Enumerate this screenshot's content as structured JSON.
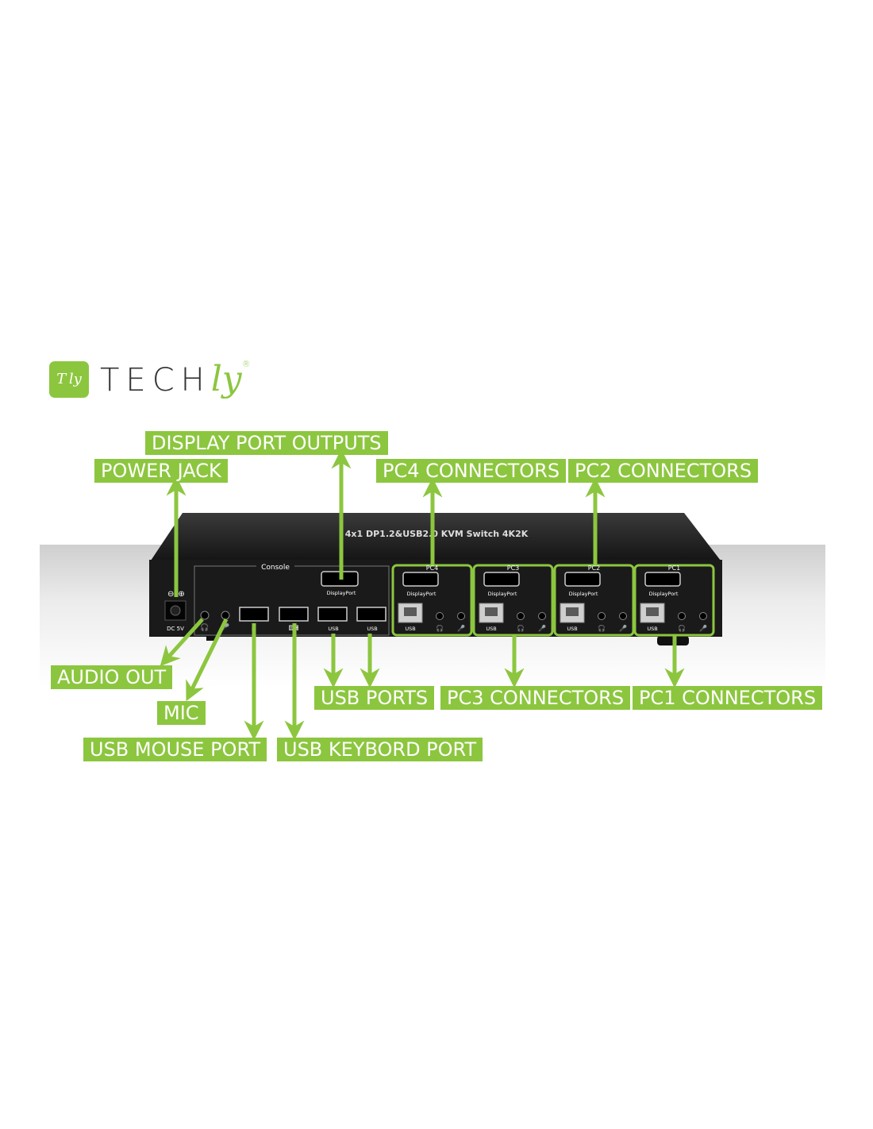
{
  "brand": {
    "logo_mark": "T ly",
    "name_main": "TECH",
    "name_accent": "ly",
    "registered": "®",
    "accent_color": "#8cc63f"
  },
  "device": {
    "top_label": "4x1 DP1.2&USB2.0 KVM Switch 4K2K",
    "power_label": "DC 5V",
    "console_label": "Console",
    "console_dp_label": "DisplayPort",
    "usb_label": "USB",
    "pc_sections": [
      {
        "name": "PC4",
        "dp_label": "DisplayPort",
        "usb_label": "USB"
      },
      {
        "name": "PC3",
        "dp_label": "DisplayPort",
        "usb_label": "USB"
      },
      {
        "name": "PC2",
        "dp_label": "DisplayPort",
        "usb_label": "USB"
      },
      {
        "name": "PC1",
        "dp_label": "DisplayPort",
        "usb_label": "USB"
      }
    ]
  },
  "callouts": {
    "display_port_outputs": "DISPLAY PORT OUTPUTS",
    "power_jack": "POWER JACK",
    "pc4_connectors": "PC4 CONNECTORS",
    "pc2_connectors": "PC2 CONNECTORS",
    "audio_out": "AUDIO OUT",
    "mic": "MIC",
    "usb_ports": "USB PORTS",
    "pc3_connectors": "PC3 CONNECTORS",
    "pc1_connectors": "PC1 CONNECTORS",
    "usb_mouse_port": "USB MOUSE PORT",
    "usb_keyboard_port": "USB KEYBORD PORT"
  },
  "icons": [
    "headphone-icon",
    "microphone-icon",
    "mouse-icon",
    "keyboard-icon"
  ]
}
